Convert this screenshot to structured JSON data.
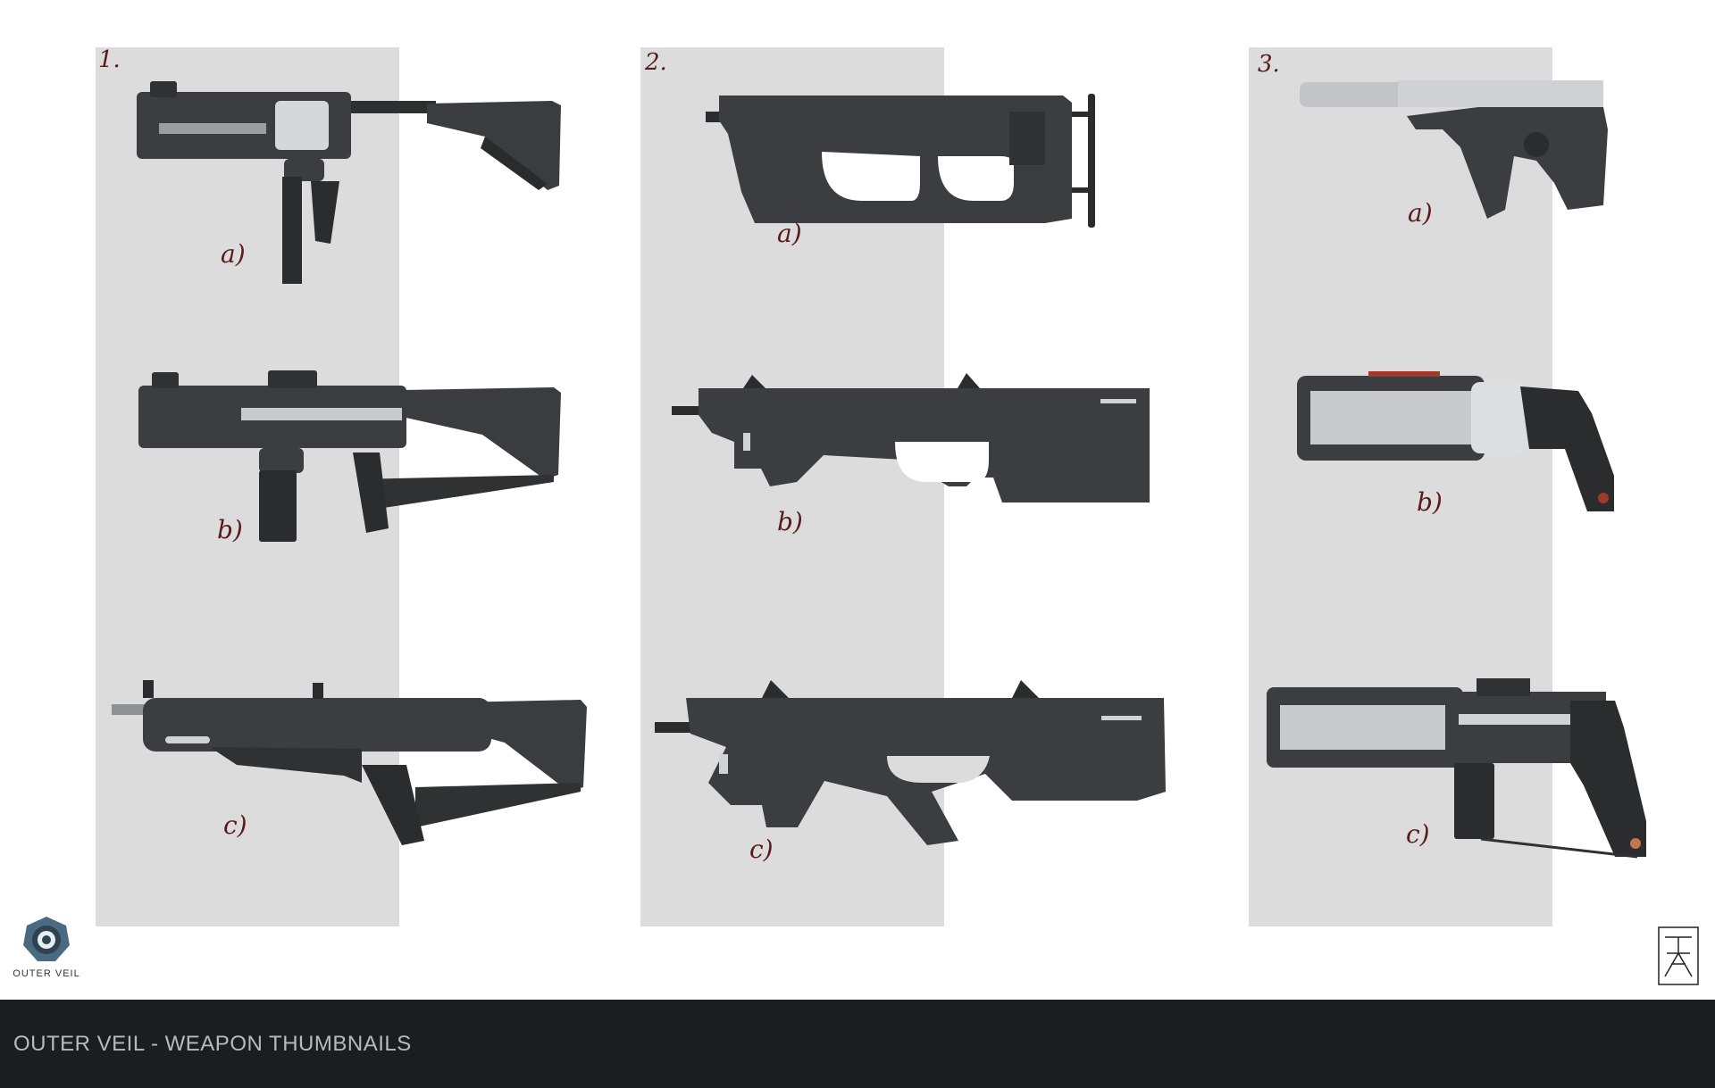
{
  "footer": {
    "title": "OUTER VEIL - WEAPON THUMBNAILS"
  },
  "logo": {
    "text": "OUTER VEIL",
    "icon": "outer-veil-emblem"
  },
  "signature": {
    "icon": "artist-signature-mark"
  },
  "columns": [
    {
      "number": "1.",
      "variants": [
        {
          "label": "a)"
        },
        {
          "label": "b)"
        },
        {
          "label": "c)"
        }
      ]
    },
    {
      "number": "2.",
      "variants": [
        {
          "label": "a)"
        },
        {
          "label": "b)"
        },
        {
          "label": "c)"
        }
      ]
    },
    {
      "number": "3.",
      "variants": [
        {
          "label": "a)"
        },
        {
          "label": "b)"
        },
        {
          "label": "c)"
        }
      ]
    }
  ],
  "colors": {
    "panel": "#dcdcdc",
    "gun_body": "#3b3d40",
    "label_ink": "#5a1a1a",
    "footer_bg": "#1b1d1e"
  }
}
